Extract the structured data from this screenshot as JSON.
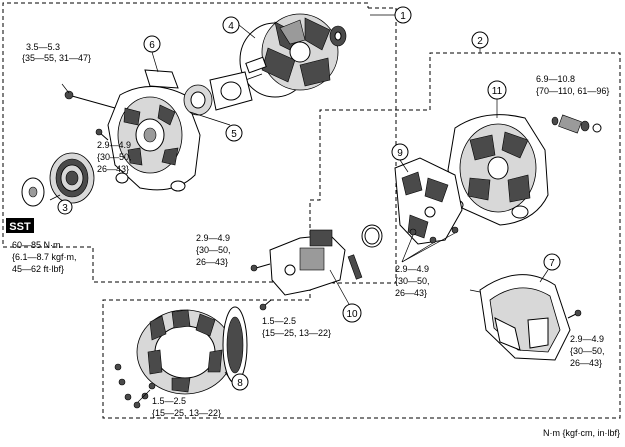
{
  "callouts": [
    "1",
    "2",
    "3",
    "4",
    "5",
    "6",
    "7",
    "8",
    "9",
    "10",
    "11"
  ],
  "torque": {
    "t1": [
      "3.5—5.3",
      "{35—55, 31—47}"
    ],
    "t2": [
      "2.9—4.9",
      "{30—50,",
      "26—43}"
    ],
    "t3": [
      "6.9—10.8",
      "{70—110, 61—96}"
    ],
    "t4": [
      "2.9—4.9",
      "{30—50,",
      "26—43}"
    ],
    "t5": [
      "2.9—4.9",
      "{30—50,",
      "26—43}"
    ],
    "t6": [
      "1.5—2.5",
      "{15—25, 13—22}"
    ],
    "t7": [
      "2.9—4.9",
      "{30—50,",
      "26—43}"
    ],
    "t8": [
      "1.5—2.5",
      "{15—25, 13—22}"
    ],
    "sst": [
      "60—85 N·m",
      "{6.1—8.7 kgf·m,",
      "45—62 ft·lbf}"
    ]
  },
  "sst_badge": "SST",
  "units": "N·m {kgf·cm, in·lbf}"
}
